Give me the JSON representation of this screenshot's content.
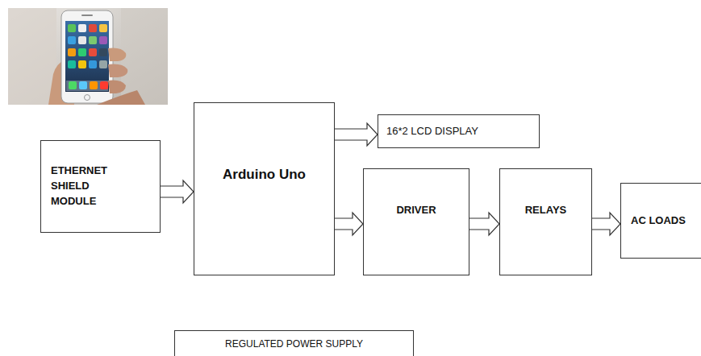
{
  "diagram": {
    "nodes": [
      {
        "text": [
          "ETHERNET SHIELD MODULE"
        ]
      },
      {
        "text": [
          "Arduino Uno"
        ]
      },
      {
        "text": [
          "16*2 LCD DISPLAY"
        ]
      },
      {
        "text": [
          "DRIVER"
        ]
      },
      {
        "text": [
          "RELAYS"
        ]
      },
      {
        "text": [
          "AC LOADS"
        ]
      },
      {
        "text": [
          "REGULATED POWER SUPPLY"
        ]
      }
    ],
    "edges": [
      {
        "from": 0,
        "to": 1,
        "arrow": "to"
      },
      {
        "from": 1,
        "to": 2,
        "arrow": "to"
      },
      {
        "from": 1,
        "to": 3,
        "arrow": "to"
      },
      {
        "from": 3,
        "to": 4,
        "arrow": "to"
      },
      {
        "from": 4,
        "to": 5,
        "arrow": "to"
      }
    ]
  }
}
